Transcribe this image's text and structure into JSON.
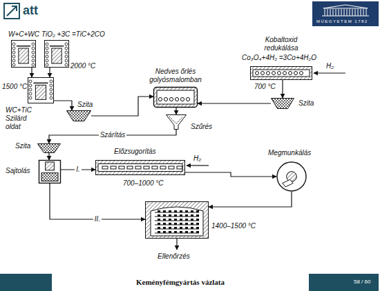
{
  "diagram": {
    "caption": "Keményfémgyártás vázlata",
    "nodes": [
      {
        "text": [
          "W+C+WC"
        ]
      },
      {
        "text": [
          "TiO₂ +3C =TiC+2CO",
          "2000 °C"
        ]
      },
      {
        "text": [
          "1500 °C",
          "WC+TiC Szilárd oldat"
        ]
      },
      {
        "text": [
          "Szita"
        ]
      },
      {
        "text": [
          "Nedves őrlés golyósmalomban"
        ]
      },
      {
        "text": [
          "Kobaltoxid redukálása",
          "Co₃O₄+4H₂ =3Co+4H₂O",
          "700 °C",
          "H₂"
        ]
      },
      {
        "text": [
          "Szita"
        ]
      },
      {
        "text": [
          "Szűrés"
        ]
      },
      {
        "text": [
          "Szita"
        ]
      },
      {
        "text": [
          "Sajtolás"
        ]
      },
      {
        "text": [
          "Előzsugorítás",
          "H₂",
          "700–1000 °C"
        ]
      },
      {
        "text": [
          "Megmunkálás"
        ]
      },
      {
        "text": [
          "1400–1500 °C"
        ]
      }
    ],
    "edges": [
      {
        "from": 0,
        "to": 2,
        "arrow": "to"
      },
      {
        "from": 1,
        "to": 2,
        "arrow": "to"
      },
      {
        "from": 2,
        "to": 3,
        "arrow": "to"
      },
      {
        "from": 3,
        "to": 4,
        "arrow": "to"
      },
      {
        "from": 5,
        "to": 6,
        "arrow": "to"
      },
      {
        "from": 6,
        "to": 4,
        "arrow": "to"
      },
      {
        "from": 4,
        "to": 7,
        "arrow": "to"
      },
      {
        "from": 7,
        "to": 8,
        "label": "Szárítás",
        "arrow": "to"
      },
      {
        "from": 8,
        "to": 9,
        "arrow": "to"
      },
      {
        "from": 9,
        "to": 10,
        "label": "I.",
        "arrow": "to"
      },
      {
        "from": 9,
        "to": 12,
        "label": "II.",
        "arrow": "to"
      },
      {
        "from": 10,
        "to": 11,
        "arrow": "to"
      },
      {
        "from": 11,
        "to": 12,
        "arrow": "to"
      }
    ],
    "labels": [
      "att",
      "MŰEGYETEM 1782",
      "Ellenőrzés",
      "58 / 60"
    ]
  }
}
